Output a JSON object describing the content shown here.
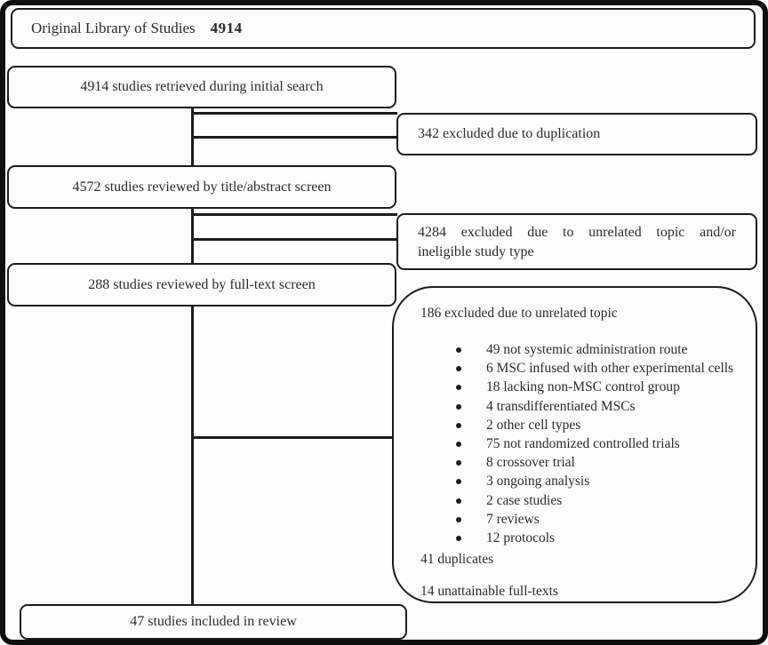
{
  "diagram": {
    "header": {
      "label": "Original Library of Studies",
      "count": "4914"
    },
    "flow_boxes": {
      "retrieved": "4914 studies retrieved during initial search",
      "title_abstract": "4572 studies reviewed by title/abstract screen",
      "full_text": "288 studies reviewed by full-text screen",
      "included": "47 studies included in review"
    },
    "exclusion_boxes": {
      "duplication": "342 excluded due to duplication",
      "unrelated_line1": "4284 excluded due to unrelated topic and/or",
      "unrelated_line2": "ineligible study type"
    },
    "exclusion_detail": {
      "heading": "186 excluded due to unrelated topic",
      "items": [
        "49 not systemic administration route",
        "6 MSC infused with other experimental cells",
        "18 lacking non-MSC control group",
        "4 transdifferentiated MSCs",
        "2 other cell types",
        "75 not randomized controlled trials",
        "8 crossover trial",
        "3 ongoing analysis",
        "2 case studies",
        "7 reviews",
        "12 protocols"
      ],
      "duplicates_note": "41 duplicates",
      "unattainable_note": "14 unattainable full-texts"
    }
  }
}
